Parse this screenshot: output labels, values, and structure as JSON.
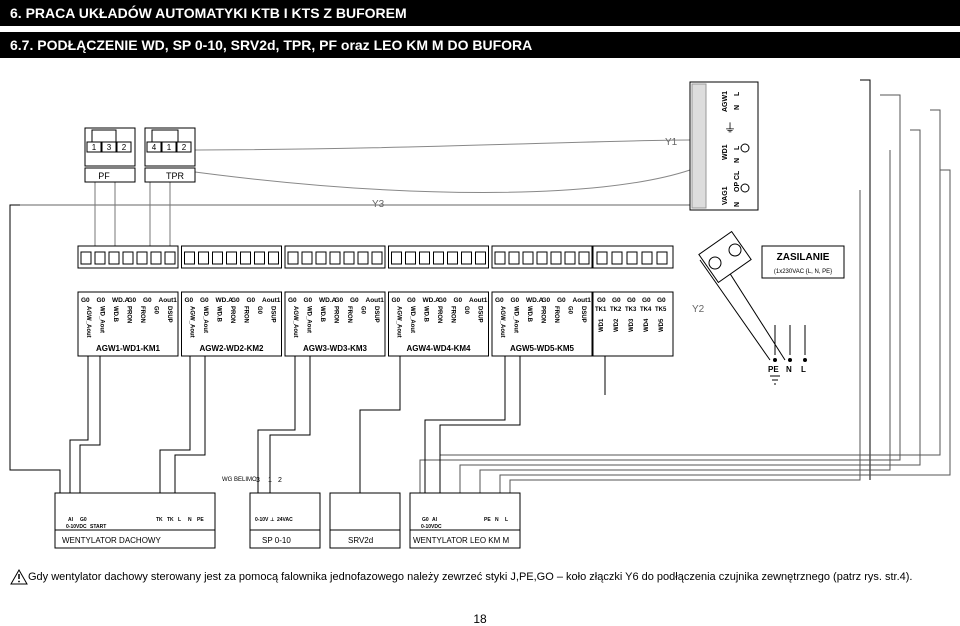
{
  "header": {
    "section_title": "6. PRACA UKŁADÓW AUTOMATYKI KTB I KTS Z BUFOREM",
    "subsection_title": "6.7. PODŁĄCZENIE WD, SP 0-10, SRV2d, TPR, PF oraz LEO KM M DO BUFORA"
  },
  "diagram": {
    "relays": {
      "pf": {
        "pins": [
          "1",
          "3",
          "2"
        ],
        "label": "PF"
      },
      "tpr": {
        "pins": [
          "4",
          "1",
          "2"
        ],
        "label": "TPR"
      }
    },
    "y_labels": {
      "y1": "Y1",
      "y2": "Y2",
      "y3": "Y3"
    },
    "power_terminal": {
      "groups": [
        "AGW1",
        "WD1",
        "VAG1"
      ],
      "pins": [
        "L",
        "N",
        "L",
        "N",
        "CL",
        "OP",
        "N"
      ],
      "ground_mark": "⏚"
    },
    "zasilanie": {
      "title": "ZASILANIE",
      "spec": "(1x230VAC {L, N, PE}"
    },
    "pe_n_l": [
      "PE",
      "N",
      "L"
    ],
    "modules": [
      {
        "top": [
          "G0",
          "G0",
          "WD.A",
          "G0",
          "G0",
          "Aout1"
        ],
        "bottom": [
          "AGW_Aout",
          "WD_Aout",
          "WD.B",
          "PRON",
          "FRON",
          "G0",
          "DSUP"
        ],
        "label": "AGW1-WD1-KM1"
      },
      {
        "top": [
          "G0",
          "G0",
          "WD.A",
          "G0",
          "G0",
          "Aout1"
        ],
        "bottom": [
          "AGW_Aout",
          "WD_Aout",
          "WD.B",
          "PRON",
          "FRON",
          "G0",
          "DSUP"
        ],
        "label": "AGW2-WD2-KM2"
      },
      {
        "top": [
          "G0",
          "G0",
          "WD.A",
          "G0",
          "G0",
          "Aout1"
        ],
        "bottom": [
          "AGW_Aout",
          "WD_Aout",
          "WD.B",
          "PRON",
          "FRON",
          "G0",
          "DSUP"
        ],
        "label": "AGW3-WD3-KM3"
      },
      {
        "top": [
          "G0",
          "G0",
          "WD.A",
          "G0",
          "G0",
          "Aout1"
        ],
        "bottom": [
          "AGW_Aout",
          "WD_Aout",
          "WD.B",
          "PRON",
          "FRON",
          "G0",
          "DSUP"
        ],
        "label": "AGW4-WD4-KM4"
      },
      {
        "top": [
          "G0",
          "G0",
          "WD.A",
          "G0",
          "G0",
          "Aout1"
        ],
        "bottom": [
          "AGW_Aout",
          "WD_Aout",
          "WD.B",
          "PRON",
          "FRON",
          "G0",
          "DSUP"
        ],
        "label": "AGW5-WD5-KM5"
      }
    ],
    "tk_module": {
      "top": [
        "G0",
        "G0",
        "G0",
        "G0",
        "G0"
      ],
      "tk": [
        "TK1",
        "TK2",
        "TK3",
        "TK4",
        "TK5"
      ],
      "wd": [
        "WD1",
        "WD2",
        "WD3",
        "WD4",
        "WD5"
      ]
    },
    "wg_belimo": {
      "label": "WG BELIMO",
      "pins": [
        "3",
        "1",
        "2"
      ]
    },
    "devices": [
      {
        "label": "WENTYLATOR DACHOWY",
        "pins": [
          "AI",
          "G0",
          ""
        ],
        "sub": [
          "0-10VDC",
          "START"
        ]
      },
      {
        "label": "",
        "pins": [
          "TK",
          "TK",
          "L",
          "N",
          "PE"
        ],
        "sub": []
      },
      {
        "label": "SP 0-10",
        "pins": [
          "0-10V",
          "⊥",
          "24VAC"
        ],
        "sub": []
      },
      {
        "label": "SRV2d",
        "pins": [],
        "sub": []
      },
      {
        "label": "WENTYLATOR LEO KM M",
        "pins": [
          "G0",
          "AI"
        ],
        "sub": [
          "0-10VDC"
        ]
      },
      {
        "label": "",
        "pins": [
          "PE",
          "N",
          "L"
        ],
        "sub": []
      }
    ]
  },
  "note": {
    "icon": "warning-icon",
    "text": "Gdy wentylator dachowy sterowany jest za pomocą falownika jednofazowego należy zewrzeć styki J,PE,GO – koło złączki Y6 do podłączenia czujnika zewnętrznego (patrz rys. str.4)."
  },
  "page_number": "18"
}
